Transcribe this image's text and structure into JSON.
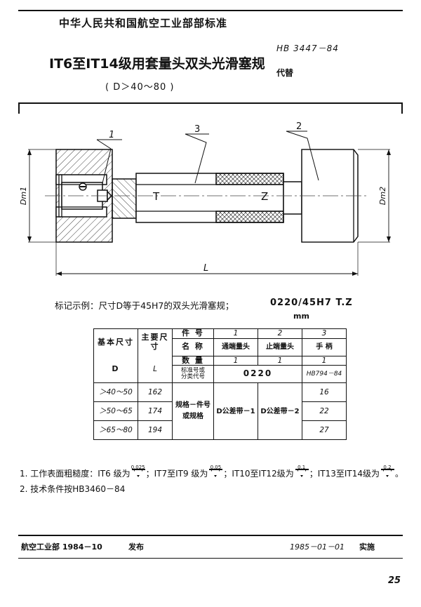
{
  "header": {
    "organization": "中华人民共和国航空工业部部标准",
    "title": "IT6至IT14级用套量头双头光滑塞规",
    "subtitle": "( D＞40～80 )",
    "standard_number": "HB 3447－84",
    "replaces_label": "代替"
  },
  "drawing": {
    "callout_1": "1",
    "callout_2": "2",
    "callout_3": "3",
    "label_T": "T",
    "label_Z": "Z",
    "dim_D1": "Dm1",
    "dim_D2": "Dm2",
    "dim_L": "L"
  },
  "marking": {
    "text": "标记示例：尺寸D等于45H7的双头光滑塞规；",
    "code": "0220/45H7  T.Z",
    "unit": "mm"
  },
  "table": {
    "col_basic_size": "基本尺寸",
    "col_main_size": "主要尺寸",
    "col_basic_symbol": "D",
    "col_main_symbol": "L",
    "row_part_no": "件  号",
    "row_name": "名  称",
    "row_qty": "数  量",
    "row_std": "标准号或\n分类代号",
    "row_spec": "规格－件号\n或规格",
    "parts": [
      {
        "no": "1",
        "name": "通端量头",
        "qty": "1"
      },
      {
        "no": "2",
        "name": "止端量头",
        "qty": "1"
      },
      {
        "no": "3",
        "name": "手  柄",
        "qty": "1"
      }
    ],
    "std_span_12": "0220",
    "std_part3": "HB794－84",
    "spec_part1": "D公差带－1",
    "spec_part2": "D公差带－2",
    "rows": [
      {
        "d": "＞40～50",
        "l": "162",
        "handle": "16"
      },
      {
        "d": "＞50～65",
        "l": "174",
        "handle": "22"
      },
      {
        "d": "＞65～80",
        "l": "194",
        "handle": "27"
      }
    ]
  },
  "notes": {
    "note1_prefix": "1. 工作表面粗糙度：IT6 级为",
    "note1_v1": "0.025",
    "note1_mid1": "；IT7至IT9 级为",
    "note1_v2": "0.05",
    "note1_mid2": "；IT10至IT12级为",
    "note1_v3": "0.1",
    "note1_mid3": "；IT13至IT14级为",
    "note1_v4": "0.2",
    "note1_suffix": "。",
    "note2": "2. 技术条件按HB3460－84"
  },
  "footer": {
    "issuer": "航空工业部  1984－10",
    "publish_label": "发布",
    "effective_date": "1985－01－01",
    "implement_label": "实施",
    "page_number": "25"
  }
}
